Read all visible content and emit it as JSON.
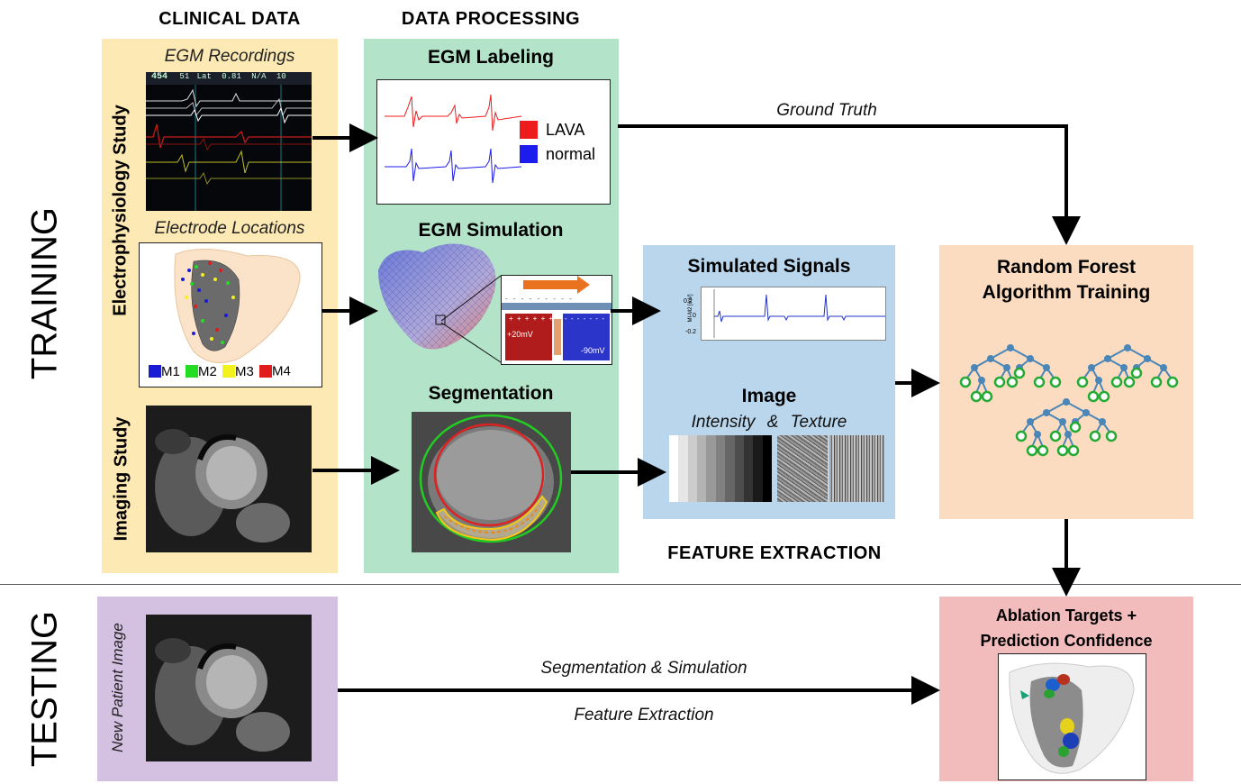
{
  "column_headers": {
    "clinical": "CLINICAL DATA",
    "processing": "DATA PROCESSING",
    "feature_extraction": "FEATURE EXTRACTION"
  },
  "phases": {
    "training": "TRAINING",
    "testing": "TESTING"
  },
  "clinical": {
    "ep_study": "Electrophysiology Study",
    "imaging_study": "Imaging Study",
    "egm_recordings": "EGM Recordings",
    "electrode_locations": "Electrode Locations",
    "legend": [
      "M1",
      "M2",
      "M3",
      "M4"
    ],
    "legend_colors": [
      "#1b1bd6",
      "#22dd22",
      "#f2f21c",
      "#e01c1c"
    ],
    "monitor_readout": [
      "454",
      "51",
      "Lat",
      "0.81",
      "N/A",
      "10"
    ]
  },
  "processing": {
    "egm_labeling": "EGM Labeling",
    "labels": [
      {
        "label": "LAVA",
        "color": "#ee1c1c"
      },
      {
        "label": "normal",
        "color": "#1c1cee"
      }
    ],
    "egm_simulation": "EGM Simulation",
    "voltage_high": "+20mV",
    "voltage_low": "-90mV",
    "segmentation": "Segmentation"
  },
  "features": {
    "simulated_signals": "Simulated Signals",
    "signal_ylabel": "MI-M2 [mV]",
    "signal_ticks": [
      "0.2",
      "0",
      "-0.2"
    ],
    "image": "Image",
    "intensity": "Intensity",
    "amp": "&",
    "texture": "Texture"
  },
  "rf": {
    "line1": "Random Forest",
    "line2": "Algorithm Training"
  },
  "arrows": {
    "ground_truth": "Ground Truth"
  },
  "testing": {
    "new_patient_image": "New Patient Image",
    "seg_sim": "Segmentation & Simulation",
    "feature_extraction": "Feature Extraction",
    "output_line1": "Ablation Targets +",
    "output_line2": "Prediction Confidence"
  },
  "colors": {
    "clinical_bg": "#fde9b3",
    "processing_bg": "#b3e3c8",
    "features_bg": "#b9d6ec",
    "rf_bg": "#fcdcc0",
    "testing_input_bg": "#d4c0e0",
    "testing_output_bg": "#f2bcbc",
    "tree_node": "#4a86b8",
    "leaf_node": "#22aa33"
  }
}
